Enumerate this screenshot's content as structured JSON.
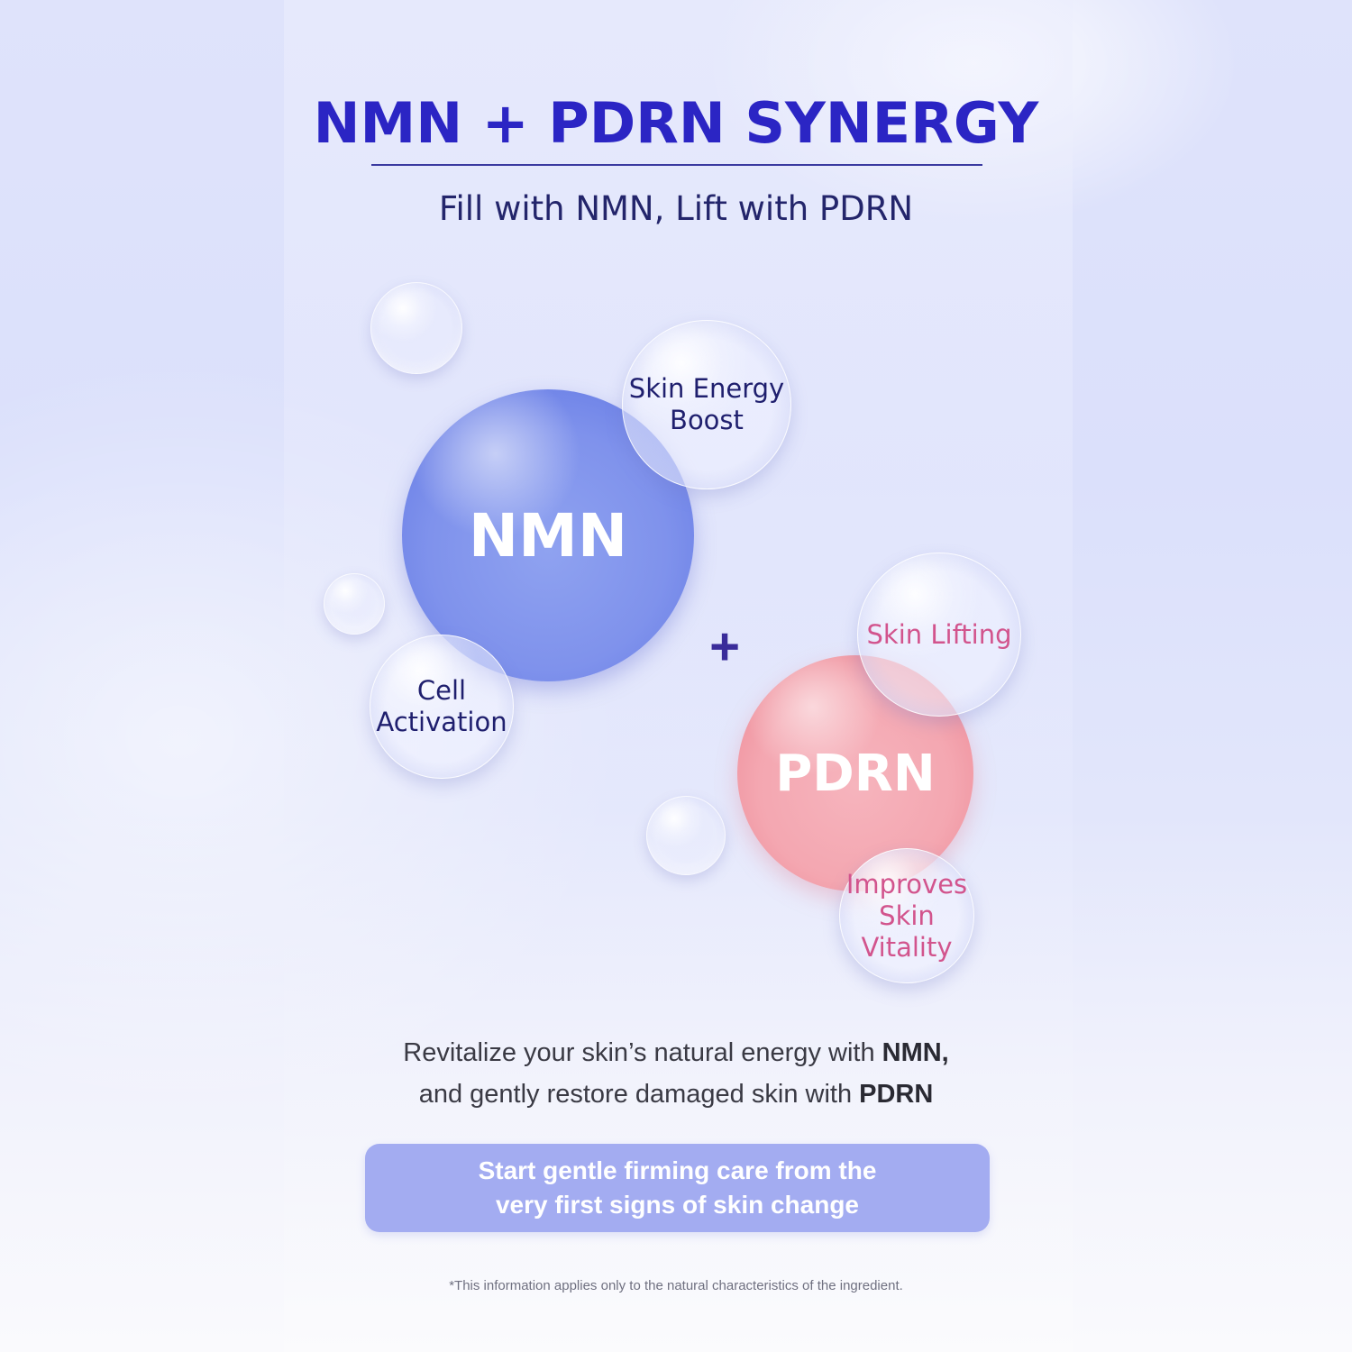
{
  "title": "NMN + PDRN SYNERGY",
  "subtitle": "Fill with NMN, Lift with PDRN",
  "ingredients": {
    "nmn": {
      "name": "NMN",
      "color": "#7f92ec",
      "benefits": [
        "Skin Energy Boost",
        "Cell Activation"
      ]
    },
    "plus": "+",
    "pdrn": {
      "name": "PDRN",
      "color": "#f4a7b1",
      "benefits": [
        "Skin Lifting",
        "Improves Skin Vitality"
      ]
    }
  },
  "labels": {
    "energy_line1": "Skin Energy",
    "energy_line2": "Boost",
    "cell_line1": "Cell",
    "cell_line2": "Activation",
    "lifting": "Skin Lifting",
    "vitality_line1": "Improves",
    "vitality_line2": "Skin Vitality"
  },
  "description": {
    "line1_pre": "Revitalize your skin’s natural energy with ",
    "line1_bold": "NMN,",
    "line2_pre": "and gently restore damaged skin with ",
    "line2_bold": "PDRN"
  },
  "cta": {
    "line1": "Start gentle firming care from the",
    "line2": "very first signs of skin change",
    "color": "#a3acf1"
  },
  "footnote": "*This information applies only to the natural characteristics of the ingredient.",
  "colors": {
    "title": "#2b25c4",
    "navy_text": "#1f1f6e",
    "pink_text": "#d2548d"
  }
}
